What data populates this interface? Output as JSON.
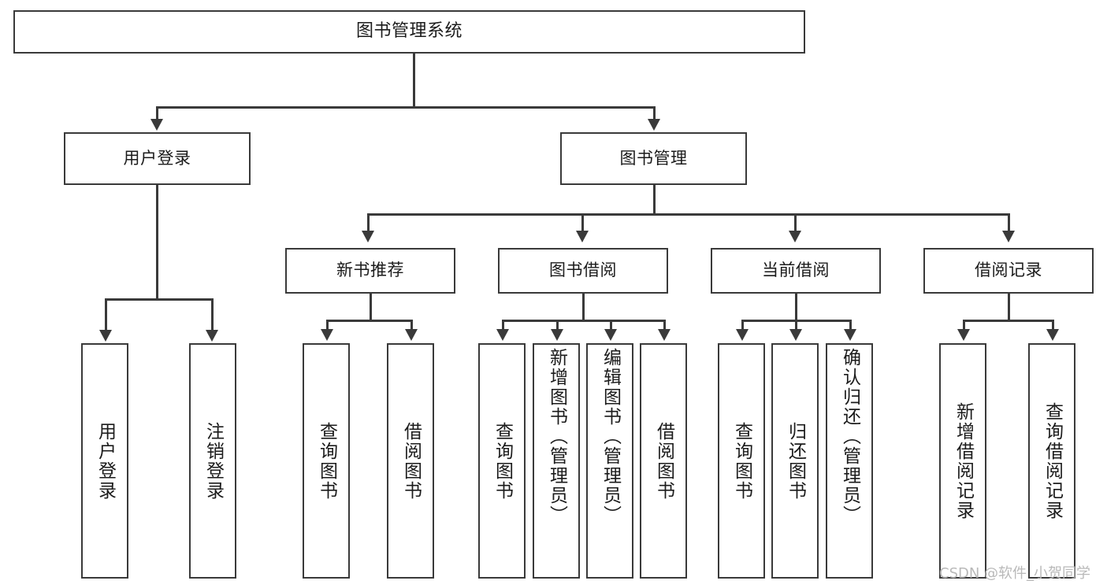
{
  "diagram": {
    "title": "图书管理系统",
    "type": "tree-hierarchy-diagram",
    "colors": {
      "box_border": "#3a3a3a",
      "box_fill": "#ffffff",
      "connector": "#3a3a3a",
      "text": "#1b1b1b",
      "watermark": "#b9b9b9",
      "background": "#ffffff"
    },
    "root": {
      "label": "图书管理系统"
    },
    "level2": [
      {
        "label": "用户登录"
      },
      {
        "label": "图书管理"
      }
    ],
    "level3": [
      {
        "label": "新书推荐"
      },
      {
        "label": "图书借阅"
      },
      {
        "label": "当前借阅"
      },
      {
        "label": "借阅记录"
      }
    ],
    "leaves": {
      "user_login": [
        {
          "label": "用户登录"
        },
        {
          "label": "注销登录"
        }
      ],
      "new_book_recommend": [
        {
          "label": "查询图书"
        },
        {
          "label": "借阅图书"
        }
      ],
      "book_borrow": [
        {
          "label": "查询图书"
        },
        {
          "label": "新增图书（管理员）"
        },
        {
          "label": "编辑图书（管理员）"
        },
        {
          "label": "借阅图书"
        }
      ],
      "current_borrow": [
        {
          "label": "查询图书"
        },
        {
          "label": "归还图书"
        },
        {
          "label": "确认归还（管理员）"
        }
      ],
      "borrow_record": [
        {
          "label": "新增借阅记录"
        },
        {
          "label": "查询借阅记录"
        }
      ]
    }
  },
  "watermark": {
    "text": "CSDN @软件_小贺同学"
  }
}
